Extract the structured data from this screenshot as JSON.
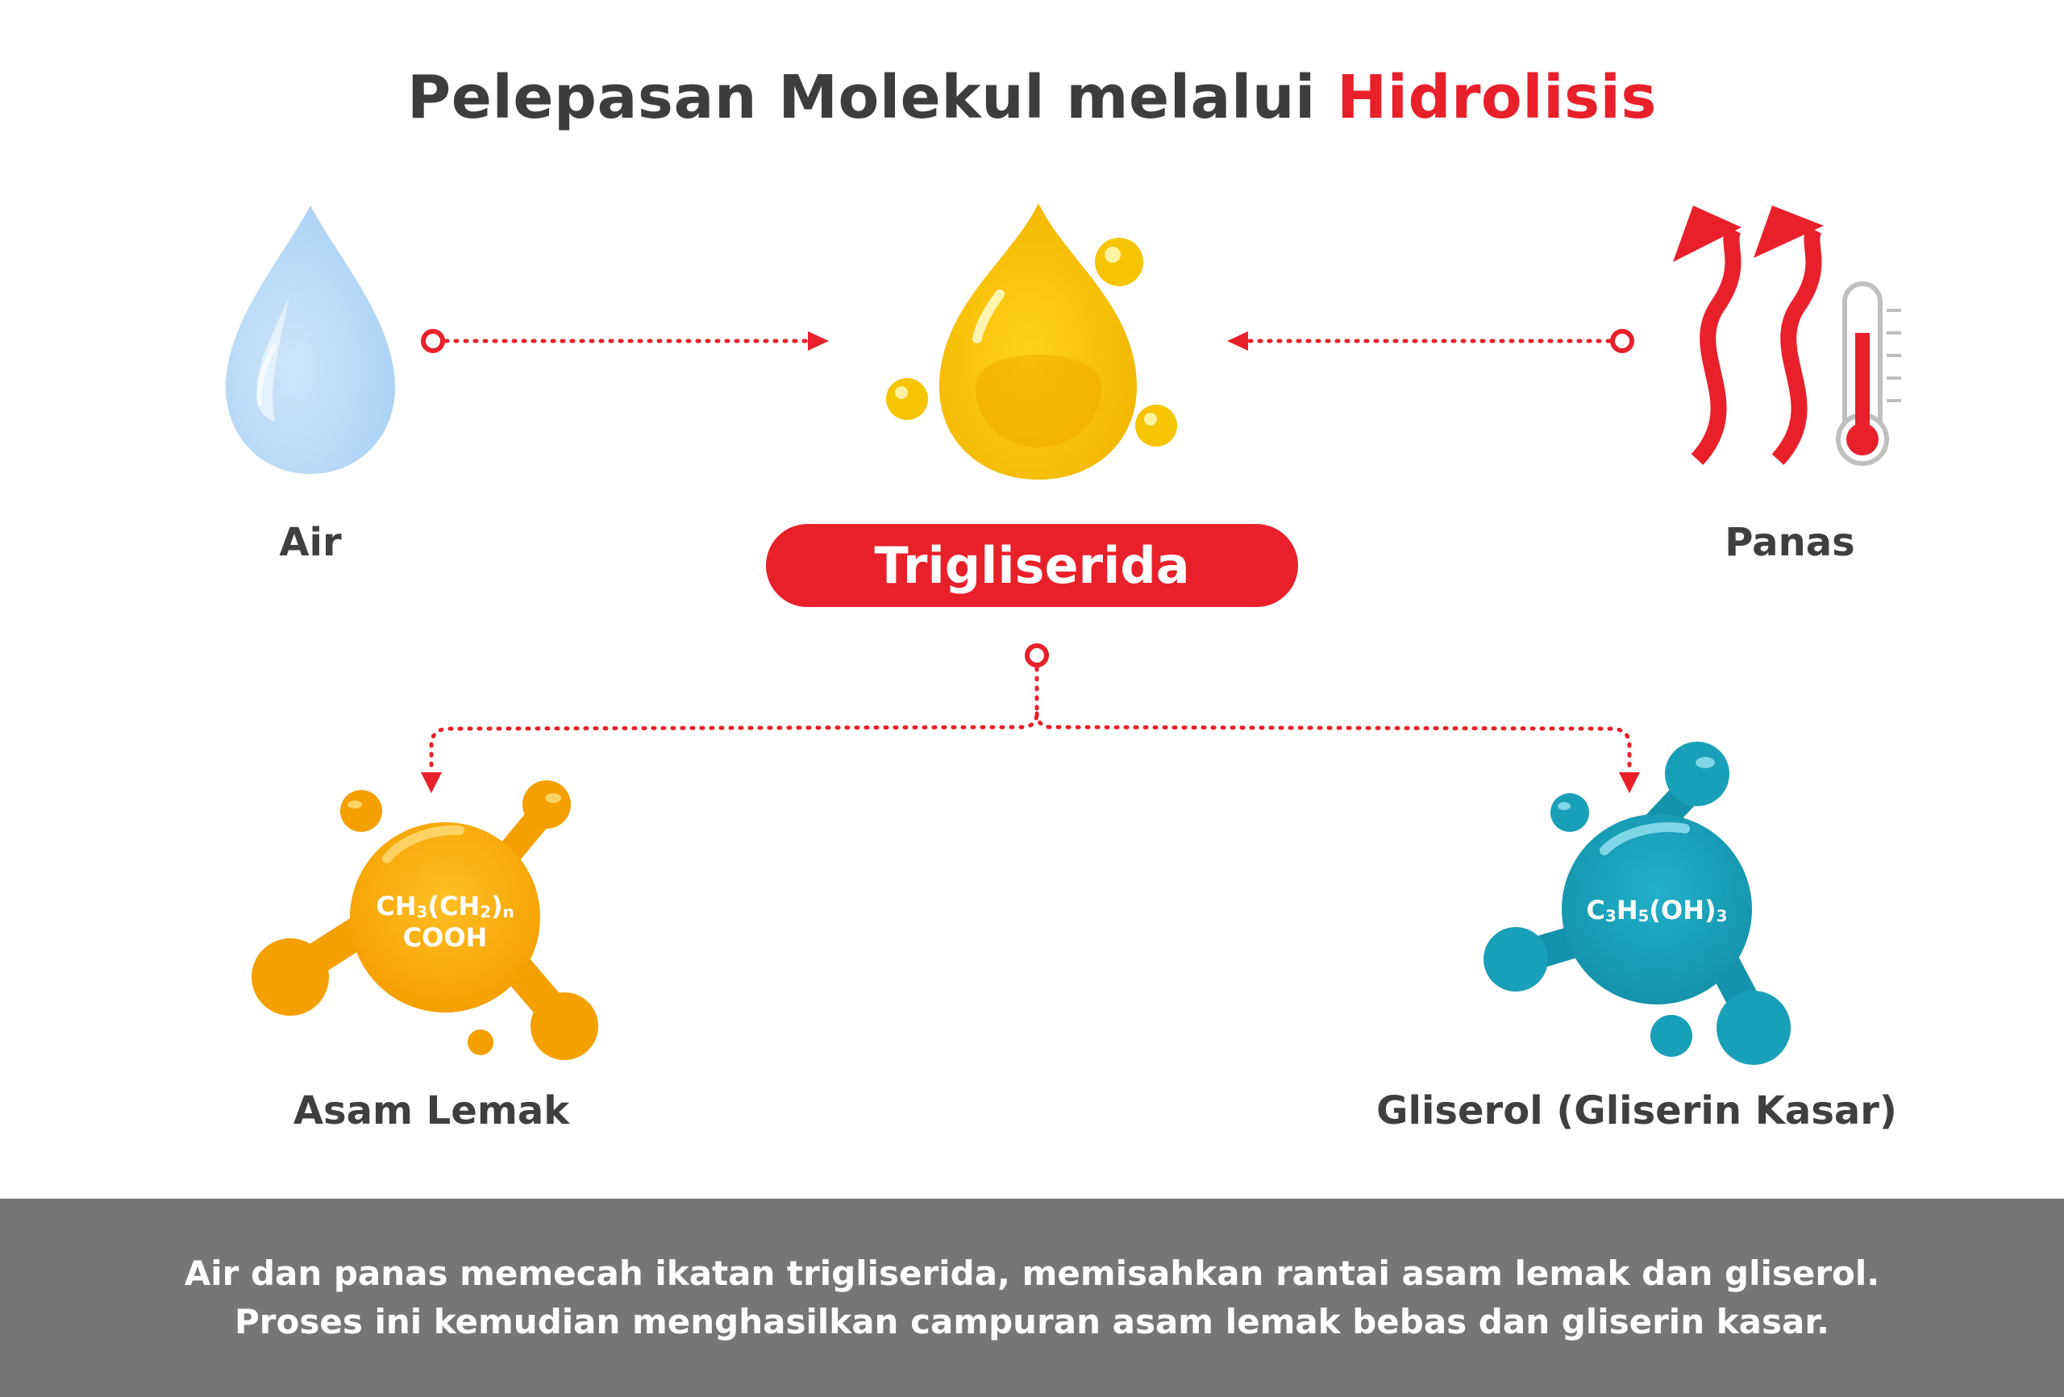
{
  "title": {
    "prefix": "Pelepasan Molekul melalui ",
    "highlight": "Hidrolisis"
  },
  "inputs": {
    "water": {
      "label": "Air",
      "icon": "water-drop-icon"
    },
    "heat": {
      "label": "Panas",
      "icon": "heat-thermometer-icon"
    }
  },
  "center": {
    "label": "Trigliserida",
    "icon": "oil-drop-icon"
  },
  "outputs": {
    "fatty_acid": {
      "label": "Asam Lemak",
      "formula_line1": [
        "CH",
        "3",
        "(CH",
        "2",
        ")",
        "n"
      ],
      "formula_line2": "COOH",
      "icon": "fatty-acid-molecule-icon"
    },
    "glycerol": {
      "label": "Gliserol (Gliserin Kasar)",
      "formula": [
        "C",
        "3",
        "H",
        "5",
        "(OH)",
        "3"
      ],
      "icon": "glycerol-molecule-icon"
    }
  },
  "footer": {
    "line1": "Air dan panas memecah ikatan trigliserida, memisahkan rantai asam lemak dan gliserol.",
    "line2": "Proses ini kemudian menghasilkan campuran asam lemak bebas dan gliserin kasar."
  },
  "colors": {
    "accent": "#e8202a",
    "text": "#3d3d3d",
    "water": "#b5d8f5",
    "oil": "#f7b500",
    "fatty_acid": "#f5a300",
    "glycerol": "#1a9fb8",
    "footer_bg": "#767676"
  }
}
